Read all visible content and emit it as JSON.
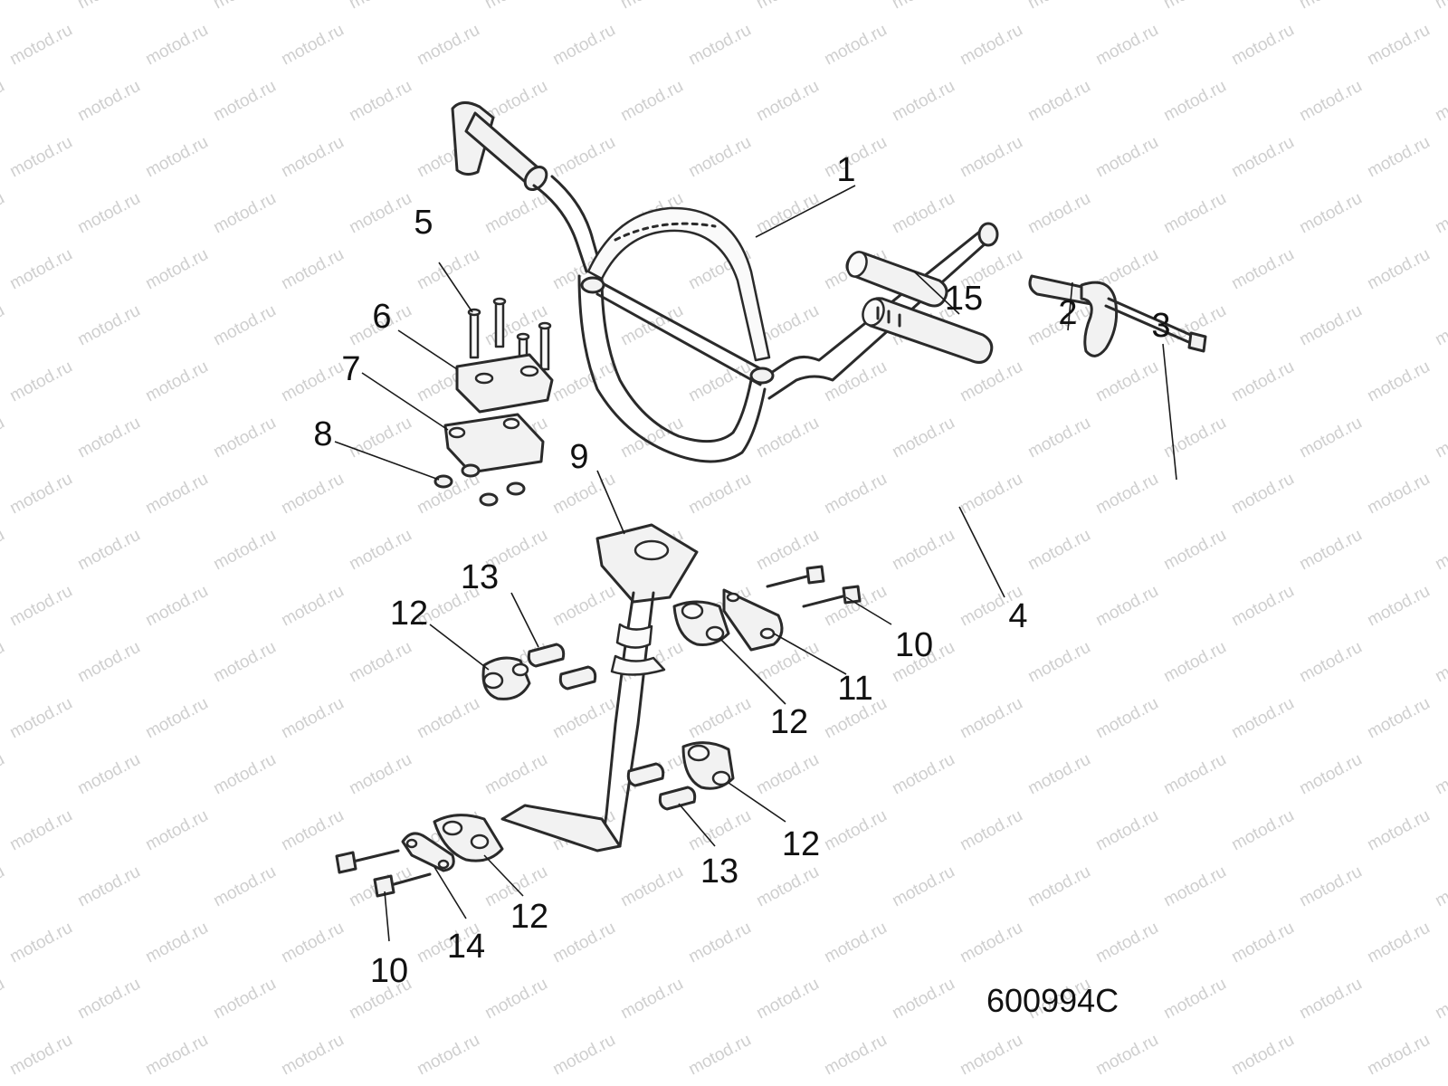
{
  "watermark": "motod.ru",
  "diagram_code": "600994C",
  "callouts": [
    {
      "id": "c1",
      "label": "1"
    },
    {
      "id": "c2",
      "label": "2"
    },
    {
      "id": "c3",
      "label": "3"
    },
    {
      "id": "c4",
      "label": "4"
    },
    {
      "id": "c5",
      "label": "5"
    },
    {
      "id": "c6",
      "label": "6"
    },
    {
      "id": "c7",
      "label": "7"
    },
    {
      "id": "c8",
      "label": "8"
    },
    {
      "id": "c9",
      "label": "9"
    },
    {
      "id": "c10a",
      "label": "10"
    },
    {
      "id": "c10b",
      "label": "10"
    },
    {
      "id": "c11",
      "label": "11"
    },
    {
      "id": "c12a",
      "label": "12"
    },
    {
      "id": "c12b",
      "label": "12"
    },
    {
      "id": "c12c",
      "label": "12"
    },
    {
      "id": "c12d",
      "label": "12"
    },
    {
      "id": "c13a",
      "label": "13"
    },
    {
      "id": "c13b",
      "label": "13"
    },
    {
      "id": "c14",
      "label": "14"
    },
    {
      "id": "c15",
      "label": "15"
    }
  ]
}
